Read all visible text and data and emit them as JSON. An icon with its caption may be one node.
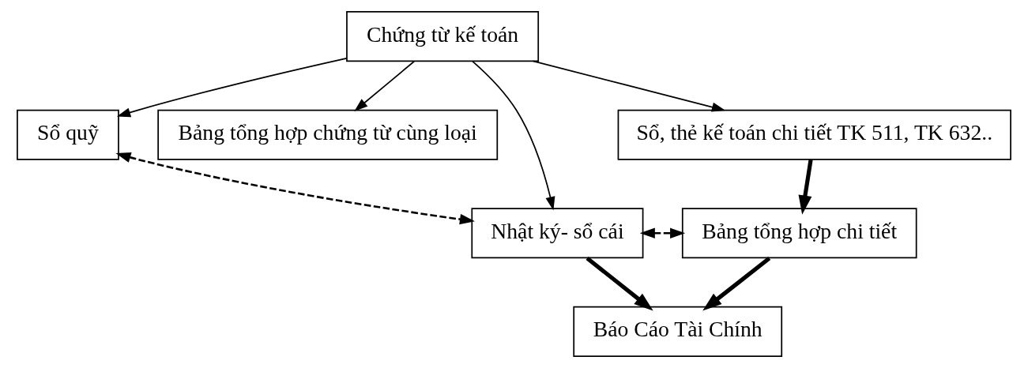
{
  "diagram": {
    "nodes": [
      {
        "text": [
          "Chứng từ kế toán"
        ]
      },
      {
        "text": [
          "Sổ quỹ"
        ]
      },
      {
        "text": [
          "Bảng tổng hợp chứng từ cùng loại"
        ]
      },
      {
        "text": [
          "Sổ, thẻ kế toán chi tiết TK 511, TK 632.."
        ]
      },
      {
        "text": [
          "Nhật ký- sổ cái"
        ]
      },
      {
        "text": [
          "Bảng tổng hợp chi tiết"
        ]
      },
      {
        "text": [
          "Báo Cáo Tài Chính"
        ]
      }
    ],
    "edges": [
      {
        "from": 0,
        "to": 1,
        "arrow": "to"
      },
      {
        "from": 0,
        "to": 2,
        "arrow": "to"
      },
      {
        "from": 0,
        "to": 4,
        "arrow": "to"
      },
      {
        "from": 0,
        "to": 3,
        "arrow": "to"
      },
      {
        "from": 1,
        "to": 4,
        "arrow": "both",
        "style": "dashed"
      },
      {
        "from": 3,
        "to": 5,
        "arrow": "to",
        "style": "thick"
      },
      {
        "from": 4,
        "to": 5,
        "arrow": "both",
        "style": "dashed"
      },
      {
        "from": 4,
        "to": 6,
        "arrow": "to",
        "style": "thick"
      },
      {
        "from": 5,
        "to": 6,
        "arrow": "to",
        "style": "thick"
      }
    ]
  }
}
